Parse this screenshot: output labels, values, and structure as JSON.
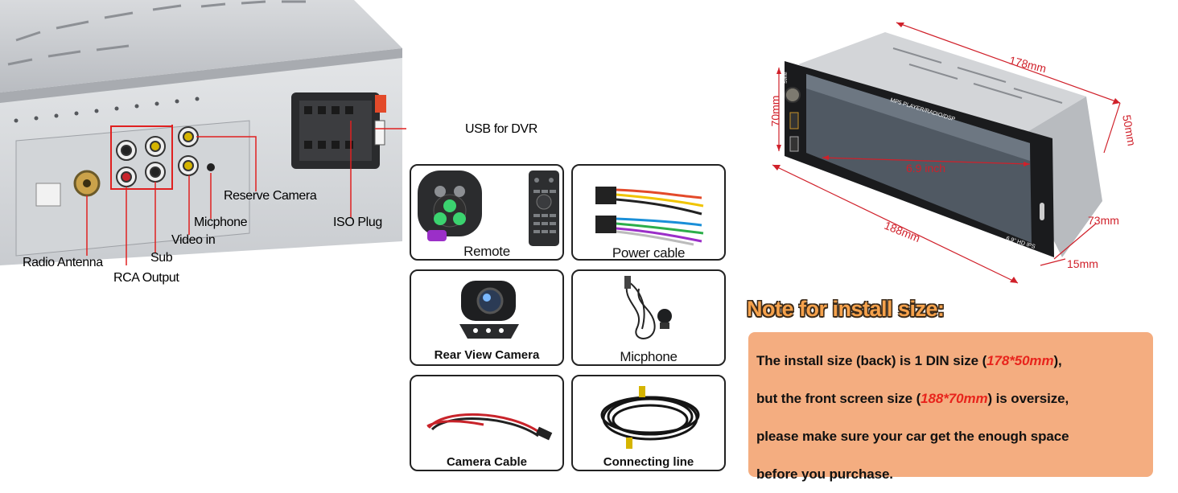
{
  "rear_labels": {
    "usb_for_dvr": "USB for DVR",
    "reserve_camera": "Reserve Camera",
    "iso_plug": "ISO Plug",
    "micphone": "Micphone",
    "video_in": "Video in",
    "sub": "Sub",
    "radio_antenna": "Radio Antenna",
    "rca_output": "RCA Output"
  },
  "accessories": [
    {
      "label": "Remote",
      "icon": "remote-control-icon"
    },
    {
      "label": "Power cable",
      "icon": "power-cable-icon"
    },
    {
      "label": "Rear View Camera",
      "icon": "rear-camera-icon"
    },
    {
      "label": "Micphone",
      "icon": "microphone-icon"
    },
    {
      "label": "Camera Cable",
      "icon": "camera-cable-icon"
    },
    {
      "label": "Connecting line",
      "icon": "connecting-line-icon"
    }
  ],
  "dimensions": {
    "depth_back": "178mm",
    "height_back": "50mm",
    "height_front": "70mm",
    "screen": "6.9 inch",
    "width_front": "188mm",
    "depth_side": "73mm",
    "thickness": "15mm"
  },
  "device_screen_text": {
    "brand": "SWM",
    "model_line": "MP5 PLAYER/RADIO/DSP",
    "screen_label": "6.9\" HD IPS"
  },
  "note": {
    "title": "Note for install size:",
    "line1_a": "The install size (back) is 1 DIN size (",
    "line1_hl": "178*50mm",
    "line1_b": "),",
    "line2_a": "but the front screen size (",
    "line2_hl": "188*70mm",
    "line2_b": ") is oversize,",
    "line3": "please make sure your car get the enough space",
    "line4": "before you purchase."
  },
  "colors": {
    "accent_red": "#e8241c",
    "note_bg": "#f4ad80",
    "note_title": "#f6a24c"
  }
}
